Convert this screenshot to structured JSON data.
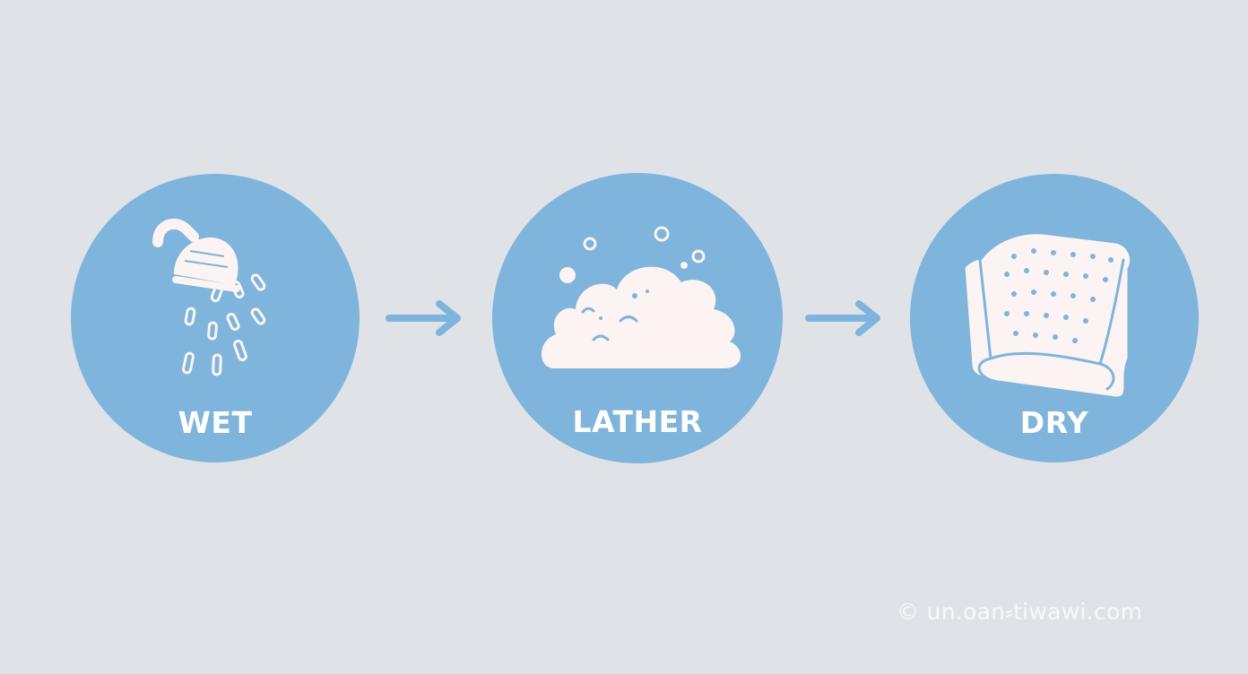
{
  "colors": {
    "background": "#dfe3e8",
    "circle": "#7fb4dc",
    "icon_fill": "#fbf4f2",
    "arrow": "#7fb4dc",
    "label": "#ffffff"
  },
  "steps": [
    {
      "label": "WET",
      "icon": "shower-head-icon"
    },
    {
      "label": "LATHER",
      "icon": "soap-foam-icon"
    },
    {
      "label": "DRY",
      "icon": "towel-icon"
    }
  ],
  "arrows": [
    {
      "icon": "arrow-right-icon"
    },
    {
      "icon": "arrow-right-icon"
    }
  ],
  "watermark": "© un.oan⸗tiwawi.com"
}
